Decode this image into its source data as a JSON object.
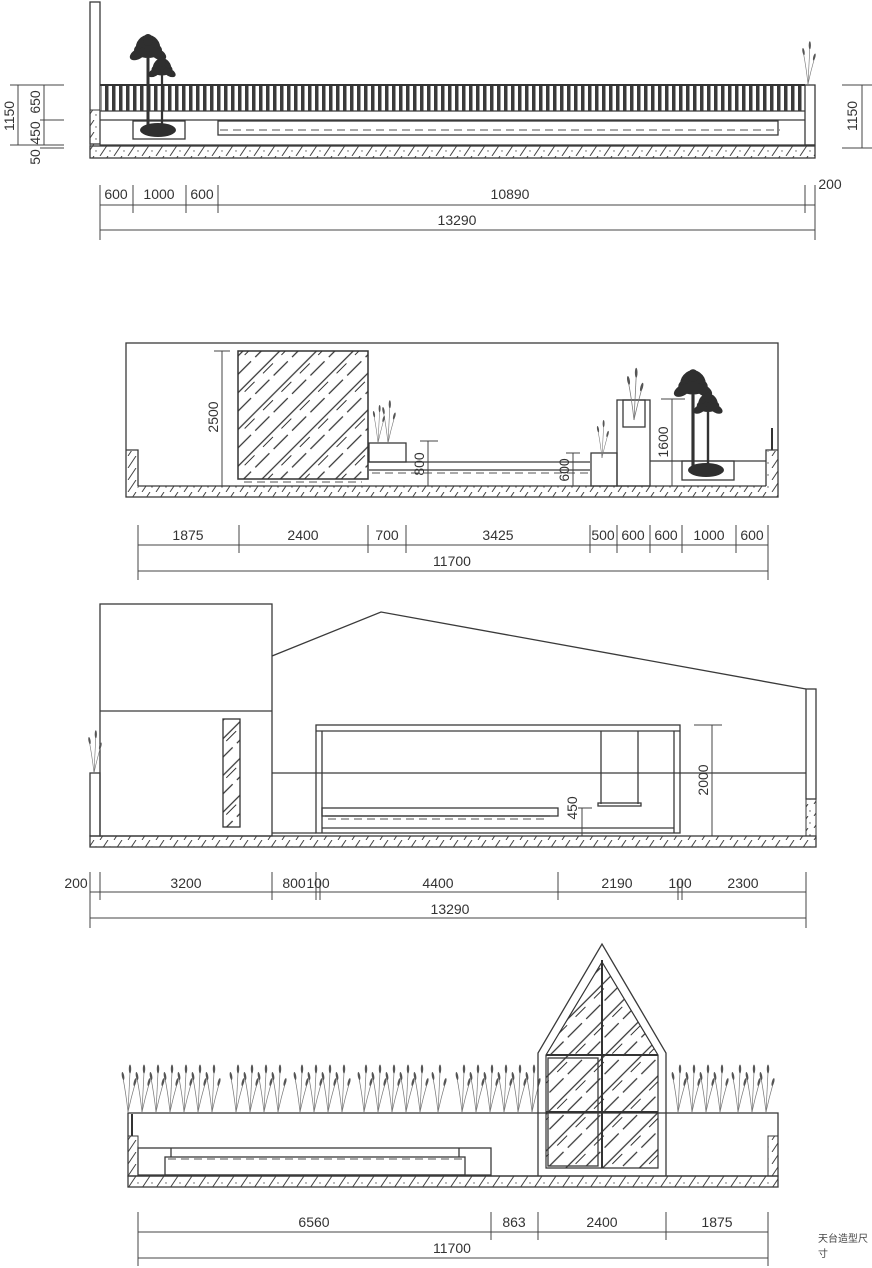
{
  "caption": "天台造型尺寸",
  "sections": [
    {
      "id": "section-1",
      "description": "Rooftop section with railing, palm planter and pool",
      "vertical_dims_left": [
        "1150",
        "650",
        "450",
        "50"
      ],
      "vertical_dims_right": [
        "1150"
      ],
      "horizontal_dims": [
        "600",
        "1000",
        "600",
        "10890",
        "200"
      ],
      "overall": "13290"
    },
    {
      "id": "section-2",
      "description": "Elevation with glass screen, planters and palm bed",
      "vertical_dims": [
        "2500",
        "800",
        "600",
        "1600"
      ],
      "horizontal_dims": [
        "1875",
        "2400",
        "700",
        "3425",
        "500",
        "600",
        "600",
        "1000",
        "600"
      ],
      "overall": "11700"
    },
    {
      "id": "section-3",
      "description": "Elevation with pavilion, swing and bench",
      "vertical_dims": [
        "450",
        "2000"
      ],
      "horizontal_dims": [
        "200",
        "3200",
        "800",
        "100",
        "4400",
        "2190",
        "100",
        "2300"
      ],
      "overall": "13290"
    },
    {
      "id": "section-4",
      "description": "Elevation with reed planting and glass greenhouse",
      "horizontal_dims": [
        "6560",
        "863",
        "2400",
        "1875"
      ],
      "overall": "11700"
    }
  ]
}
